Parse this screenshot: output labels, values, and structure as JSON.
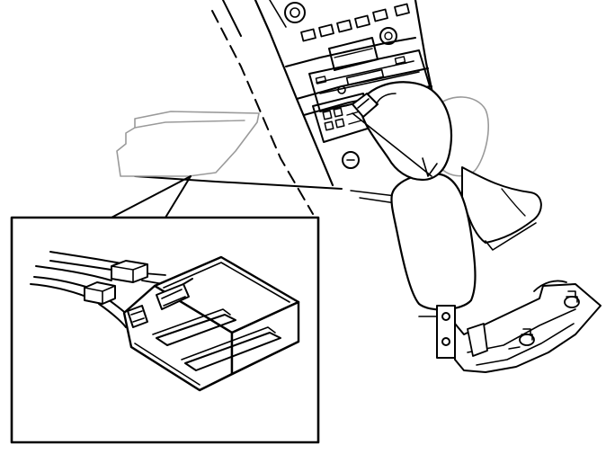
{
  "figure": {
    "background": "#ffffff",
    "line_color": "#000000",
    "ghost_line_color": "#9a9a9a",
    "parts": [
      "center-console-dashboard",
      "radio-cassette-unit",
      "gear-selector-lever",
      "lever-mounting-bracket",
      "control-module-ghost-outline",
      "detail-callout-inset",
      "control-module",
      "wiring-connectors"
    ]
  }
}
